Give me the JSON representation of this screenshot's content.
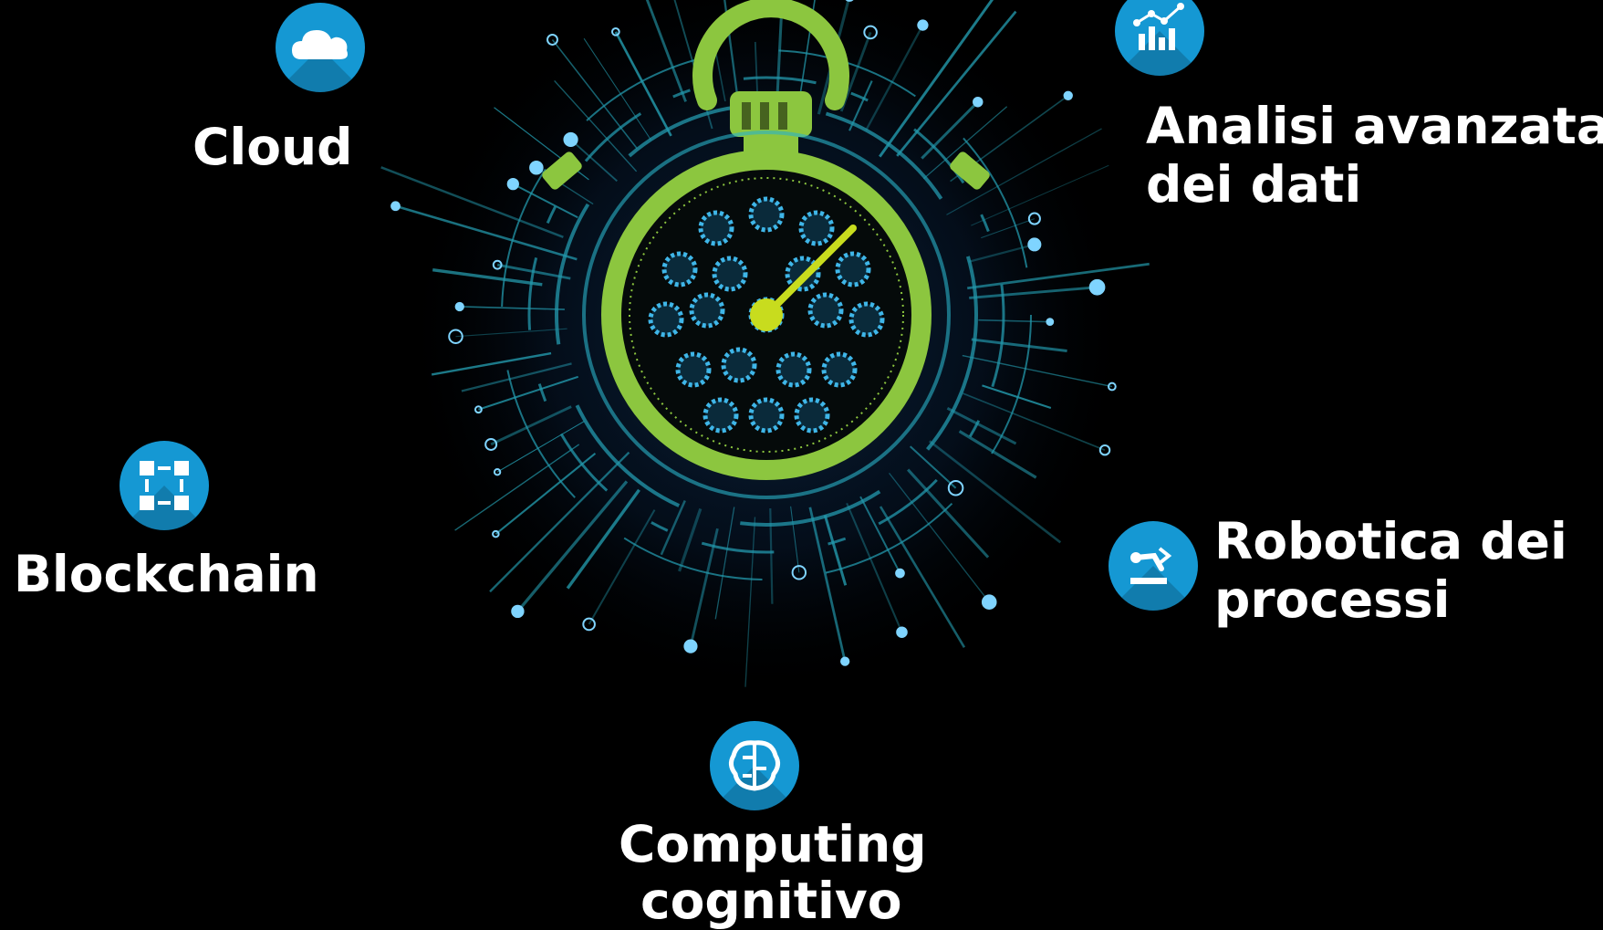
{
  "items": {
    "cloud": {
      "label": "Cloud",
      "icon": "cloud-icon"
    },
    "analytics": {
      "label_line1": "Analisi avanzata",
      "label_line2": "dei dati",
      "icon": "chart-icon"
    },
    "blockchain": {
      "label": "Blockchain",
      "icon": "blockchain-icon"
    },
    "robotics": {
      "label_line1": "Robotica dei",
      "label_line2": "processi",
      "icon": "robot-arm-icon"
    },
    "cognitive": {
      "label_line1": "Computing",
      "label_line2": "cognitivo",
      "icon": "brain-icon"
    }
  },
  "colors": {
    "background": "#000000",
    "badge": "#1598d3",
    "stopwatch": "#8cc63f",
    "circuit": "#2ab3c8",
    "text": "#ffffff"
  }
}
